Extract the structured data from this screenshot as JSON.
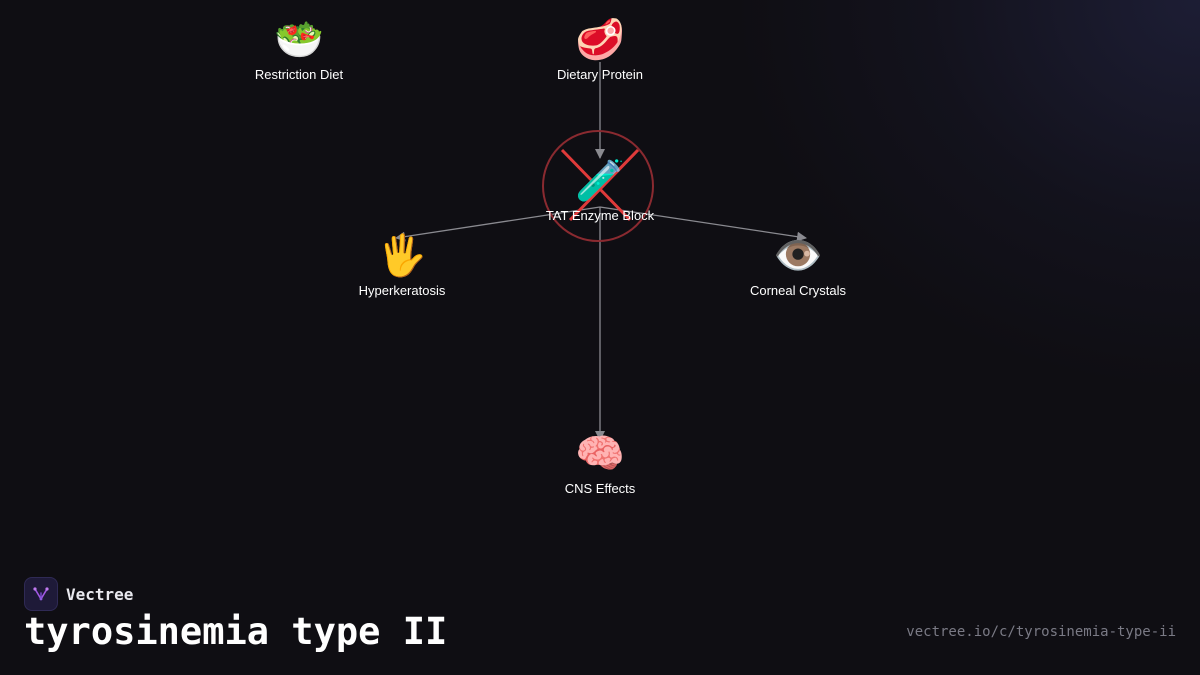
{
  "diagram": {
    "nodes": [
      {
        "id": "restriction-diet",
        "emoji": "🥗",
        "icon": "salad-icon",
        "label": "Restriction Diet"
      },
      {
        "id": "dietary-protein",
        "emoji": "🥩",
        "icon": "meat-icon",
        "label": "Dietary Protein"
      },
      {
        "id": "tat-enzyme-block",
        "emoji": "🧪",
        "icon": "test-tube-icon",
        "label": "TAT Enzyme Block",
        "blocked": true
      },
      {
        "id": "hyperkeratosis",
        "emoji": "🖐️",
        "icon": "hand-icon",
        "label": "Hyperkeratosis"
      },
      {
        "id": "corneal-crystals",
        "emoji": "👁️",
        "icon": "eye-icon",
        "label": "Corneal Crystals"
      },
      {
        "id": "cns-effects",
        "emoji": "🧠",
        "icon": "brain-icon",
        "label": "CNS Effects"
      }
    ],
    "edges": [
      {
        "from": "dietary-protein",
        "to": "tat-enzyme-block"
      },
      {
        "from": "tat-enzyme-block",
        "to": "hyperkeratosis"
      },
      {
        "from": "tat-enzyme-block",
        "to": "corneal-crystals"
      },
      {
        "from": "tat-enzyme-block",
        "to": "cns-effects"
      }
    ],
    "colors": {
      "edge": "#8a8a90",
      "block_ring": "#8a2a30",
      "block_cross": "#e03a3a"
    }
  },
  "footer": {
    "brand_name": "Vectree",
    "brand_icon": "vectree-logo-icon",
    "title": "tyrosinemia type II",
    "url": "vectree.io/c/tyrosinemia-type-ii"
  }
}
